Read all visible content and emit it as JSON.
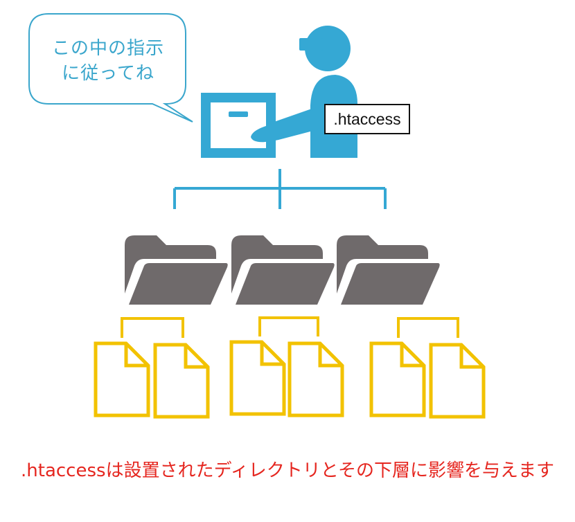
{
  "speech_bubble": {
    "line1": "この中の指示",
    "line2": "に従ってね"
  },
  "file_label": ".htaccess",
  "caption": ".htaccessは設置されたディレクトリとその下層に影響を与えます",
  "colors": {
    "person": "#35a8d4",
    "bubble_stroke": "#3aa6cc",
    "folder": "#6f6a6b",
    "file": "#f2c200",
    "caption": "#e5261f"
  },
  "icons": [
    "speech-bubble",
    "person-with-box",
    "folder",
    "document"
  ]
}
